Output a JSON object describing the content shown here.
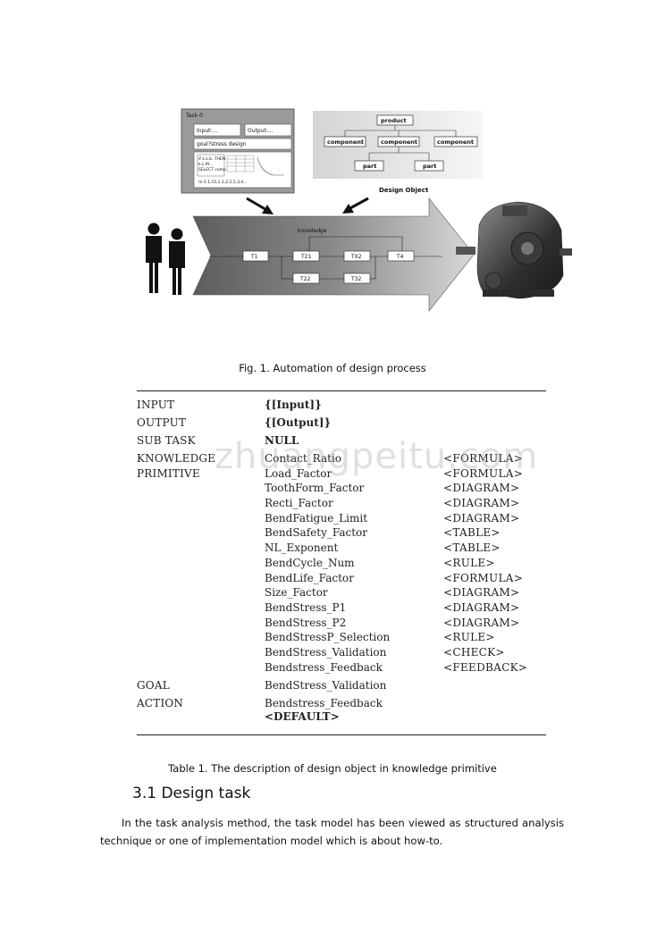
{
  "figure": {
    "task_box": {
      "title": "Task-0",
      "input_label": "Input:...",
      "output_label": "Output:...",
      "goal_text": "goal?stress design",
      "code_text": "if z.x.b..THEN",
      "code_text2": "k.L.M...",
      "code_text3": "SELECT comp",
      "range_text": "m:1.1,15,1.1,2,2,5,3,4..."
    },
    "tree": {
      "root": "product",
      "components": [
        "component",
        "component",
        "component"
      ],
      "parts": [
        "part",
        "part"
      ],
      "label": "Design Object"
    },
    "arrow_label": "knowledge",
    "flow_nodes": [
      "T1",
      "T21",
      "TX2",
      "T4",
      "T22",
      "T32"
    ]
  },
  "fig_caption": "Fig. 1. Automation of design process",
  "table": {
    "rows": [
      {
        "label": "INPUT",
        "value": "{[Input]}",
        "tag": ""
      },
      {
        "label": "OUTPUT",
        "value": "{[Output]}",
        "tag": ""
      },
      {
        "label": "SUB TASK",
        "value": "NULL",
        "tag": ""
      }
    ],
    "knowledge_label": "KNOWLEDGE",
    "primitive_label": "PRIMITIVE",
    "primitives": [
      {
        "name": "Contact_Ratio",
        "tag": "<FORMULA>"
      },
      {
        "name": "Load_Factor",
        "tag": "<FORMULA>"
      },
      {
        "name": "ToothForm_Factor",
        "tag": "<DIAGRAM>"
      },
      {
        "name": "Recti_Factor",
        "tag": "<DIAGRAM>"
      },
      {
        "name": "BendFatigue_Limit",
        "tag": "<DIAGRAM>"
      },
      {
        "name": "BendSafety_Factor",
        "tag": "<TABLE>"
      },
      {
        "name": "NL_Exponent",
        "tag": "<TABLE>"
      },
      {
        "name": "BendCycle_Num",
        "tag": "<RULE>"
      },
      {
        "name": "BendLife_Factor",
        "tag": "<FORMULA>"
      },
      {
        "name": "Size_Factor",
        "tag": "<DIAGRAM>"
      },
      {
        "name": "BendStress_P1",
        "tag": "<DIAGRAM>"
      },
      {
        "name": "BendStress_P2",
        "tag": "<DIAGRAM>"
      },
      {
        "name": "BendStressP_Selection",
        "tag": "<RULE>"
      },
      {
        "name": "BendStress_Validation",
        "tag": "<CHECK>"
      },
      {
        "name": "Bendstress_Feedback",
        "tag": "<FEEDBACK>"
      }
    ],
    "goal_label": "GOAL",
    "goal_value": "BendStress_Validation",
    "action_label": "ACTION",
    "action_value": "Bendstress_Feedback",
    "action_default": "<DEFAULT>"
  },
  "watermark": "zhuangpeitu.com",
  "table_caption": "Table 1. The description of design object in knowledge primitive",
  "section_heading": "3.1 Design task",
  "paragraph": "In the task analysis method, the task model has been viewed as structured analysis technique or one of implementation model which is about how-to."
}
